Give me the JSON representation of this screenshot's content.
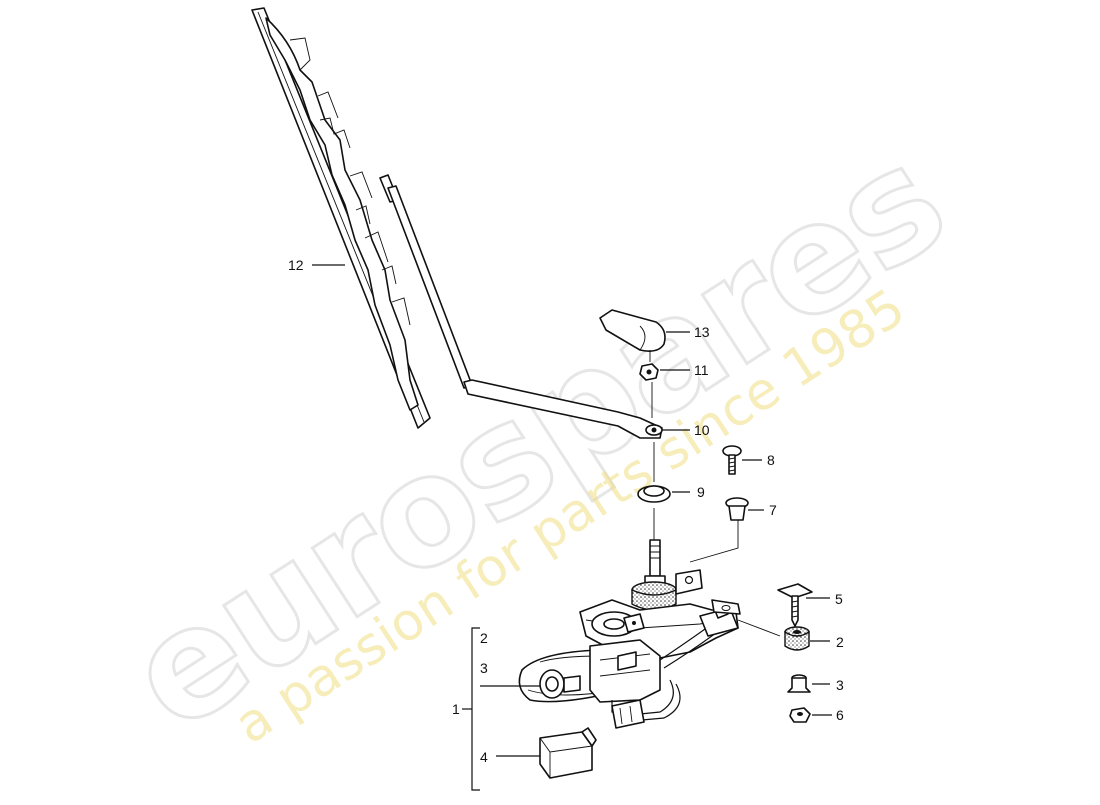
{
  "watermark": {
    "brand": "eurospares",
    "tagline": "a passion for parts since 1985"
  },
  "callouts": {
    "c12": "12",
    "c13": "13",
    "c11": "11",
    "c10": "10",
    "c8": "8",
    "c9": "9",
    "c7": "7",
    "c5": "5",
    "c2_right": "2",
    "c3_right": "3",
    "c6": "6",
    "c1": "1",
    "c2_group": "2",
    "c3_group": "3",
    "c4": "4"
  }
}
